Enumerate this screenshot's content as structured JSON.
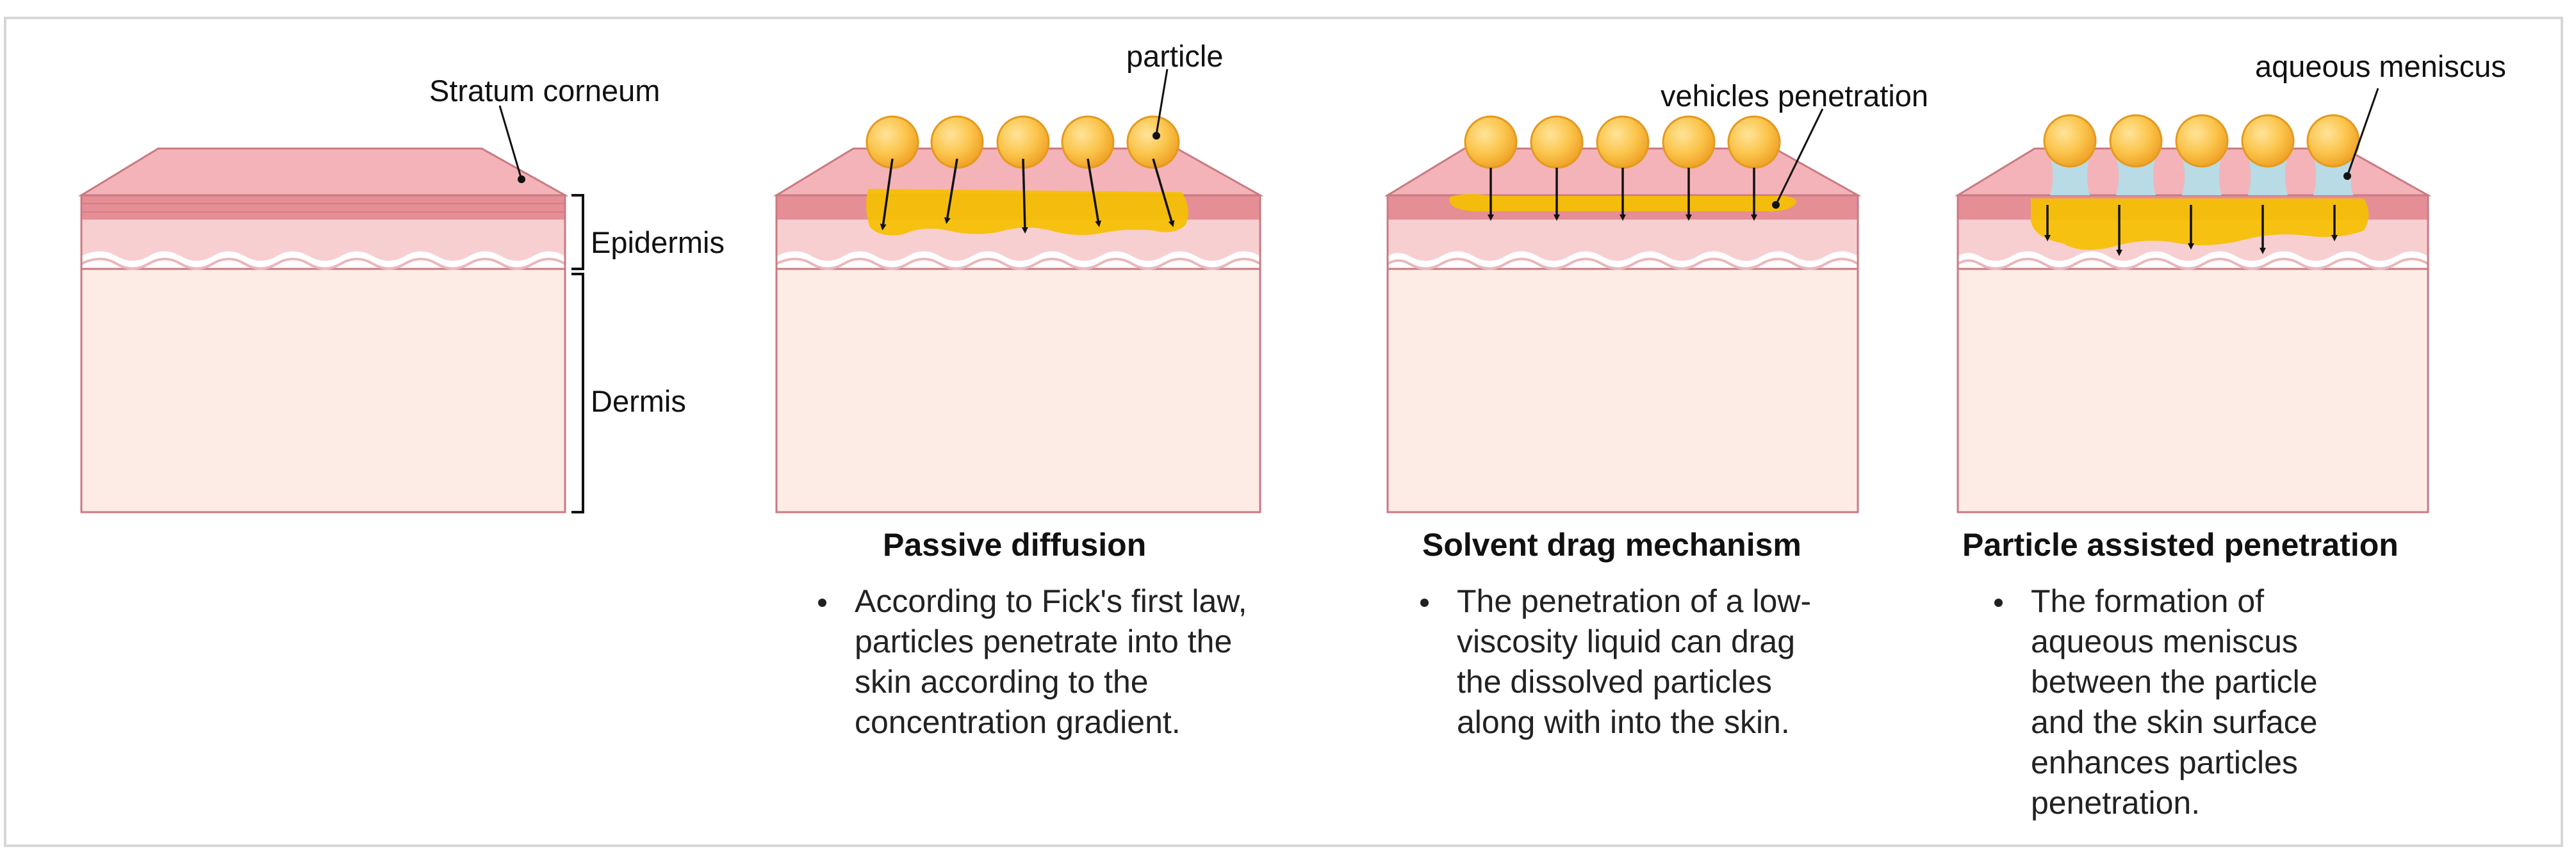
{
  "labels": {
    "stratum_corneum": "Stratum corneum",
    "epidermis": "Epidermis",
    "dermis": "Dermis",
    "particle": "particle",
    "vehicles_penetration": "vehicles penetration",
    "aqueous_meniscus": "aqueous meniscus"
  },
  "panels": [
    {
      "title": "Passive diffusion",
      "description": "According to Fick's first law, particles penetrate into the skin according to the concentration gradient."
    },
    {
      "title": "Solvent drag mechanism",
      "description": "The penetration of a low-viscosity liquid can drag the dissolved particles along with into the skin."
    },
    {
      "title": "Particle assisted penetration",
      "description": "The formation of aqueous meniscus between the particle and the skin surface enhances particles penetration."
    }
  ],
  "colors": {
    "stratum_top": "#f4b3b8",
    "stratum_band": "#e58e96",
    "epidermis": "#f8cfd1",
    "dermis": "#fdebe6",
    "outline": "#c97a82",
    "particle": "#f8b938",
    "particle_light": "#ffd77a",
    "penetration": "#f5c000",
    "meniscus": "#b8dbe6"
  }
}
